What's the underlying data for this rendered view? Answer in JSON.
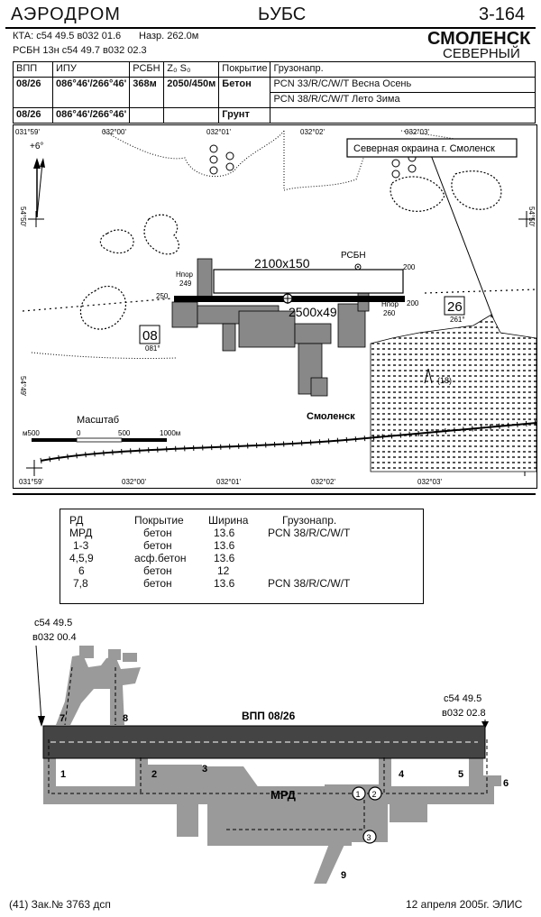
{
  "header": {
    "left": "АЭРОДРОМ",
    "code": "ЬУБС",
    "page": "3-164"
  },
  "meta": {
    "kta": "КТА: с54 49.5 в032 01.6",
    "elev": "Назр. 262.0м",
    "rsbn": "РСБН 13н с54 49.7 в032 02.3"
  },
  "title": {
    "city": "СМОЛЕНСК",
    "sub": "СЕВЕРНЫЙ"
  },
  "runway_table": {
    "headers": [
      "ВПП",
      "ИПУ",
      "РСБН",
      "Z₀ S₀",
      "Покрытие",
      "Грузонапр."
    ],
    "rows": [
      {
        "vpp": "08/26",
        "ipu": "086°46'/266°46'",
        "rsbn": "368м",
        "z0s0": "2050/450м",
        "cover": "Бетон",
        "load1": "PCN 33/R/C/W/T Весна Осень",
        "load2": "PCN 38/R/C/W/T Лето Зима"
      },
      {
        "vpp": "08/26",
        "ipu": "086°46'/266°46'",
        "rsbn": "",
        "z0s0": "",
        "cover": "Грунт",
        "load1": "",
        "load2": ""
      }
    ]
  },
  "map": {
    "top_ticks": [
      "031°59'",
      "032°00'",
      "032°01'",
      "032°02'",
      "032°03'"
    ],
    "bottom_ticks": [
      "031°59'",
      "032°00'",
      "032°01'",
      "032°02'",
      "032°03'"
    ],
    "lat_left_top": "54°50'",
    "lat_left_bottom": "54°49'",
    "lat_right": "54°50'",
    "variation": "+6°",
    "callout": "Северная окраина г. Смоленск",
    "strip_label": "2100x150",
    "runway_label": "2500x49",
    "rsbn_label": "РСБН",
    "hpor_left": "Нпор",
    "hpor_left_val": "249",
    "hpor_right": "Нпор",
    "hpor_right_val": "260",
    "dist_left": "250",
    "dist_right_top": "200",
    "dist_right_bottom": "200",
    "rwy_left": "08",
    "rwy_left_hdg": "081°",
    "rwy_right": "26",
    "rwy_right_hdg": "261°",
    "obstacle": "(18)",
    "city_label": "Смоленск",
    "scale_title": "Масштаб",
    "scale_ticks": [
      "м500",
      "0",
      "500",
      "1000м"
    ]
  },
  "taxiway_table": {
    "headers": [
      "РД",
      "Покрытие",
      "Ширина",
      "Грузонапр."
    ],
    "rows": [
      [
        "МРД",
        "бетон",
        "13.6",
        "PCN 38/R/C/W/T"
      ],
      [
        "1-3",
        "бетон",
        "13.6",
        ""
      ],
      [
        "4,5,9",
        "асф.бетон",
        "13.6",
        ""
      ],
      [
        "6",
        "бетон",
        "12",
        ""
      ],
      [
        "7,8",
        "бетон",
        "13.6",
        "PCN 38/R/C/W/T"
      ]
    ]
  },
  "diagram": {
    "coord_left_1": "с54 49.5",
    "coord_left_2": "в032 00.4",
    "coord_right_1": "с54 49.5",
    "coord_right_2": "в032 02.8",
    "runway": "ВПП 08/26",
    "mrd": "МРД",
    "labels": [
      "1",
      "2",
      "3",
      "4",
      "5",
      "6",
      "7",
      "8",
      "9"
    ],
    "circled": [
      "1",
      "2",
      "3"
    ]
  },
  "footer": {
    "left": "(41) Зак.№ 3763 дсп",
    "right": "12 апреля 2005г. ЭЛИС"
  }
}
